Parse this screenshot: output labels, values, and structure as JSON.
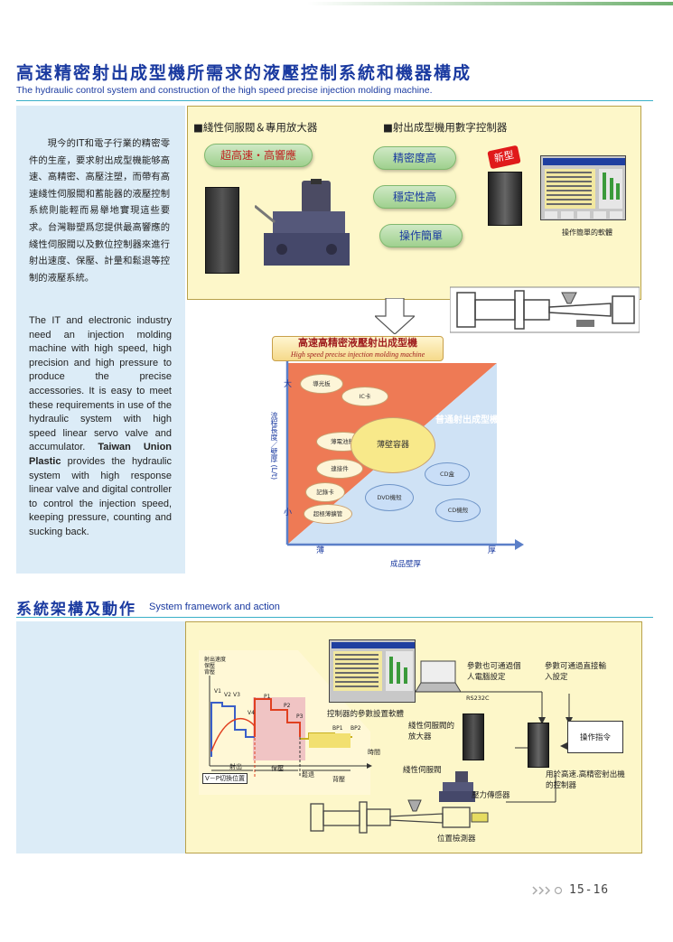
{
  "header": {
    "title_zh": "高速精密射出成型機所需求的液壓控制系統和機器構成",
    "title_en": "The hydraulic control system and construction of the high speed precise injection molding machine."
  },
  "intro": {
    "paragraph_zh": "現今的IT和電子行業的精密零件的生産，要求射出成型機能够高速、高精密、高壓注塑，而帶有高速綫性伺服閥和蓄能器的液壓控制系統則能輕而易舉地實現這些要求。台灣聯塑爲您提供最高響應的綫性伺服閥以及數位控制器來進行射出速度、保壓、計量和鬆退等控制的液壓系統。",
    "paragraph_en_1": "The IT and electronic industry need an injection molding machine with high speed, high precision and high pressure to produce the precise accessories. It is easy to meet these requirements in use of the hydraulic system with high speed linear servo valve and accumulator. ",
    "paragraph_en_brand": "Taiwan Union Plastic",
    "paragraph_en_2": " provides the hydraulic system with high response linear valve and digital controller to control the injection speed, keeping pressure, counting and sucking back."
  },
  "products": {
    "left_header": "■綫性伺服閥＆專用放大器",
    "left_pill": "超高速・高響應",
    "right_header": "■射出成型機用數字控制器",
    "new_badge": "新型",
    "features": [
      "精密度高",
      "穩定性高",
      "操作簡單"
    ],
    "screen_caption": "操作簡單的軟體"
  },
  "chart": {
    "title_zh": "高速高精密液壓射出成型機",
    "title_en": "High speed precise injection molding machine",
    "region_label": "普通射出成型機",
    "center_label": "薄壁容器",
    "ylabel": "流程長度／壁厚 (L/t)",
    "y_high": "大",
    "y_low": "小",
    "xlabel": "成品壁厚",
    "x_low": "薄",
    "x_high": "厚",
    "items_hot": [
      "導光板",
      "IC卡",
      "薄電池殼",
      "連接件",
      "記錄卡",
      "超極薄擴管"
    ],
    "items_cool": [
      "DVD機殼",
      "CD盒",
      "CD機殼"
    ]
  },
  "section2": {
    "title_zh": "系統架構及動作",
    "title_en": "System framework and action"
  },
  "diagram": {
    "graph_ylabels": [
      "射出速度",
      "保壓",
      "背壓"
    ],
    "points": [
      "V1",
      "V2",
      "V3",
      "V4",
      "P1",
      "P2",
      "P3",
      "BP1",
      "BP2"
    ],
    "phase_labels": [
      "射出",
      "保壓",
      "鬆退",
      "背壓"
    ],
    "time_label": "時間",
    "vp_label": "V－P切換位置",
    "software_caption": "控制器的參數設置軟體",
    "rs232c": "RS232C",
    "pc_note": "參數也可通過個人電腦設定",
    "direct_note": "參數可通過直接輸入設定",
    "amp_label": "綫性伺服閥的放大器",
    "valve_label": "綫性伺服閥",
    "pressure_sensor": "壓力傳感器",
    "position_sensor": "位置檢測器",
    "command_label": "操作指令",
    "controller_label": "用於高速.高精密射出機的控制器"
  },
  "footer": {
    "page_number": "15-16"
  },
  "colors": {
    "title_blue": "#1a3aa0",
    "panel_blue": "#dcecf7",
    "box_yellow": "#fdf7c9",
    "chart_hot": "#ee7a55",
    "chart_cool": "#cfe2f5"
  }
}
